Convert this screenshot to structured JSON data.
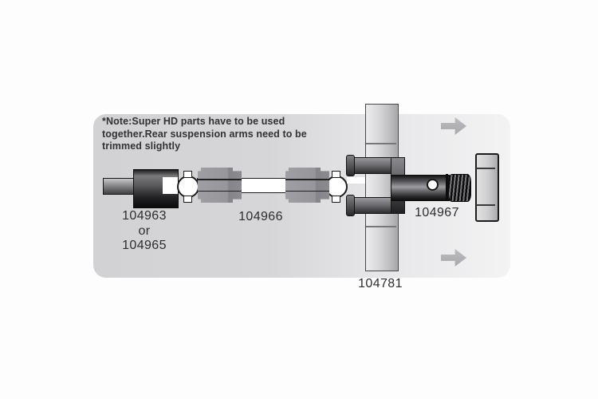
{
  "diagram": {
    "note": {
      "line1": "*Note:Super HD parts have to be used",
      "line2": "together.Rear suspension arms need to be",
      "line3": "trimmed slightly"
    },
    "labels": {
      "outdrive_option1": "104963",
      "outdrive_or": "or",
      "outdrive_option2": "104965",
      "driveshaft": "104966",
      "axle": "104967",
      "hub_carrier": "104781"
    },
    "colors": {
      "panel_left": "#d2d2d4",
      "panel_right": "#f3f3f4",
      "part_dark": "#2a2a2c",
      "coupler_gray": "#96969b",
      "carrier_light": "#d8d8da",
      "arrow_gray": "#aeaeb2",
      "text": "#2d2d2f"
    }
  }
}
